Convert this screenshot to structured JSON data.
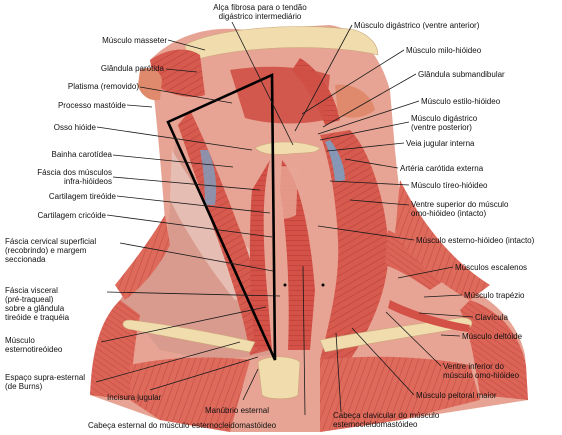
{
  "labels": {
    "alca_fibrosa": "Alça fibrosa para o tendão\ndigástrico intermediário",
    "masseter": "Músculo masseter",
    "glandula_parotida": "Glândula parótida",
    "platisma": "Platisma (removido)",
    "processo_mastoide": "Processo mastóide",
    "osso_hioide": "Osso hióide",
    "bainha_carotidea": "Bainha carotídea",
    "fascia_infra": "Fáscia dos músculos\ninfra-hióideos",
    "cartilagem_tireoide": "Cartilagem tireóide",
    "cartilagem_cricoide": "Cartilagem cricóide",
    "fascia_cervical": "Fáscia cervical superficial\n(recobrindo) e margem\nseccionada",
    "fascia_visceral": "Fáscia visceral\n(pré-traqueal)\nsobre a glândula\ntireóide e traquéia",
    "esternotireoideo": "Músculo\nesternotireóideo",
    "espaco_supra": "Espaço supra-esternal\n(de Burns)",
    "incisura_jugular": "Incisura jugular",
    "manubrio": "Manúbrio esternal",
    "cabeca_esternal": "Cabeça esternal do músculo esternocleidomastóideo",
    "digastrico_anterior": "Músculo digástrico (ventre anterior)",
    "milo_hioideo": "Músculo milo-hióideo",
    "glandula_submandibular": "Glândula submandibular",
    "estilo_hioideo": "Músculo estilo-hióideo",
    "digastrico_posterior": "Músculo digástrico\n(ventre posterior)",
    "veia_jugular": "Veia jugular interna",
    "arteria_carotida": "Artéria carótida externa",
    "tireo_hioideo": "Músculo tíreo-hióideo",
    "omo_superior": "Ventre superior do músculo\nomo-hióideo (intacto)",
    "esterno_hioideo": "Músculo esterno-hióideo (intacto)",
    "escalenos": "Músculos escalenos",
    "trapezio": "Músculo trapézio",
    "clavicula": "Clavícula",
    "deltoide": "Músculo deltóide",
    "omo_inferior": "Ventre inferior do\nmúsculo omo-hióideo",
    "peitoral": "Músculo peitoral maior",
    "cabeca_clavicular": "Cabeça clavicular do músculo\nesternocleidomastóideo"
  },
  "colors": {
    "muscle": "#d9584e",
    "muscle_dark": "#b53a33",
    "muscle_light": "#e98376",
    "fascia": "#e9b7a8",
    "bone": "#f1dcae",
    "gland": "#e08a6d",
    "vein": "#7d9fc0",
    "line": "#1a1a1a",
    "outline": "#000000"
  }
}
